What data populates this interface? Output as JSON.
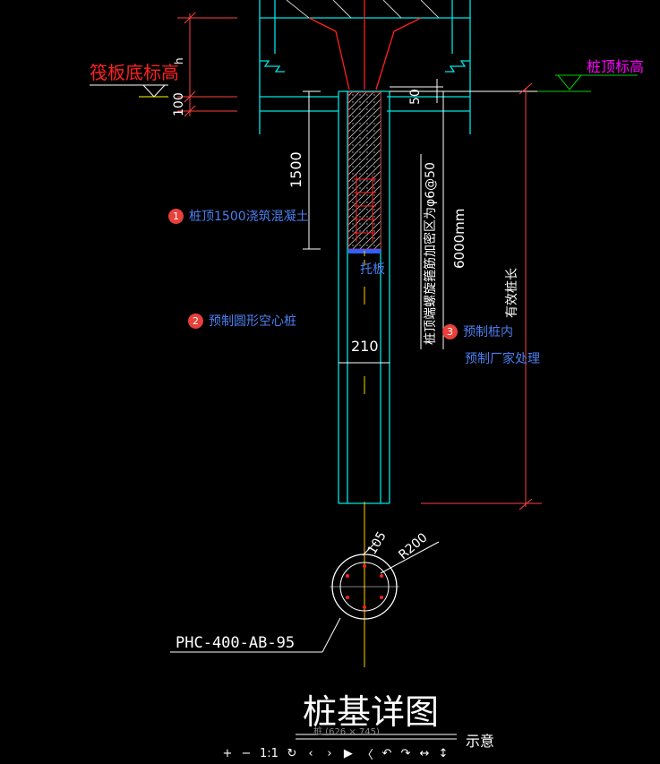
{
  "labels": {
    "raft_bottom": "筏板底标高",
    "pile_top": "桩顶标高",
    "h": "h",
    "dim_100": "100",
    "dim_50": "50",
    "dim_1500": "1500",
    "dim_210": "210",
    "dim_6000": "6000mm",
    "dim_105": "105",
    "dim_r200": "R200",
    "rebar_note": "桩顶端螺旋箍筋加密区为φ6@50",
    "effective_length": "有效桩长",
    "pile_code": "PHC-400-AB-95",
    "title": "桩基详图",
    "title_note": "示意"
  },
  "annotations": [
    {
      "num": "1",
      "text": "桩顶1500浇筑混凝土"
    },
    {
      "num": "2",
      "text": "预制圆形空心桩"
    },
    {
      "num": "3",
      "text": "预制桩内"
    }
  ],
  "extra_labels": {
    "tuoban": "托板",
    "factory": "预制厂家处理"
  },
  "viewer": {
    "caption": "桩 (626 × 745)",
    "buttons": [
      "+",
      "−",
      "1:1",
      "↻",
      "‹",
      "›",
      "▶",
      "〈",
      "↶",
      "↷",
      "↔",
      "↕"
    ]
  },
  "colors": {
    "cyan": "#00e5e5",
    "red": "#ff2020",
    "white": "#ffffff",
    "magenta": "#ff00ff",
    "green": "#00d000",
    "yellow": "#ffd000",
    "blue": "#3060ff",
    "annotation": "#4a7ff0"
  }
}
